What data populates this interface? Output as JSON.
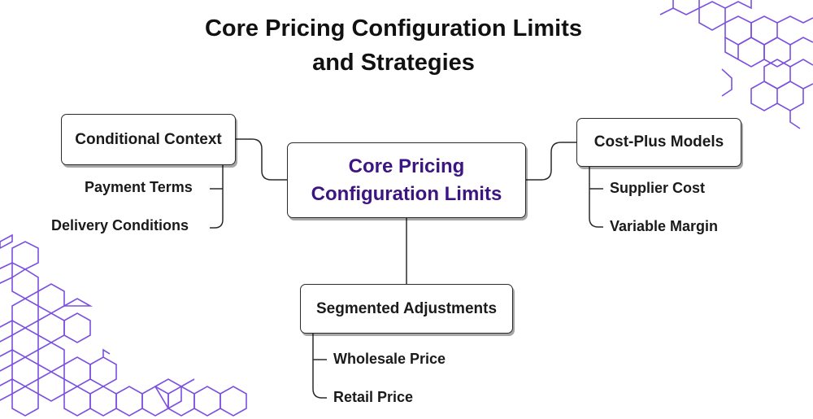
{
  "title": {
    "line1": "Core Pricing Configuration Limits",
    "line2": "and Strategies"
  },
  "center": {
    "line1": "Core Pricing",
    "line2": "Configuration Limits"
  },
  "branches": {
    "conditional": {
      "label": "Conditional Context",
      "children": [
        "Payment Terms",
        "Delivery Conditions"
      ]
    },
    "cost_plus": {
      "label": "Cost-Plus Models",
      "children": [
        "Supplier Cost",
        "Variable Margin"
      ]
    },
    "segmented": {
      "label": "Segmented Adjustments",
      "children": [
        "Wholesale Price",
        "Retail Price"
      ]
    }
  },
  "colors": {
    "accent": "#3d1582",
    "hexagon": "#7b4fe0",
    "border": "#2a2a2a"
  }
}
